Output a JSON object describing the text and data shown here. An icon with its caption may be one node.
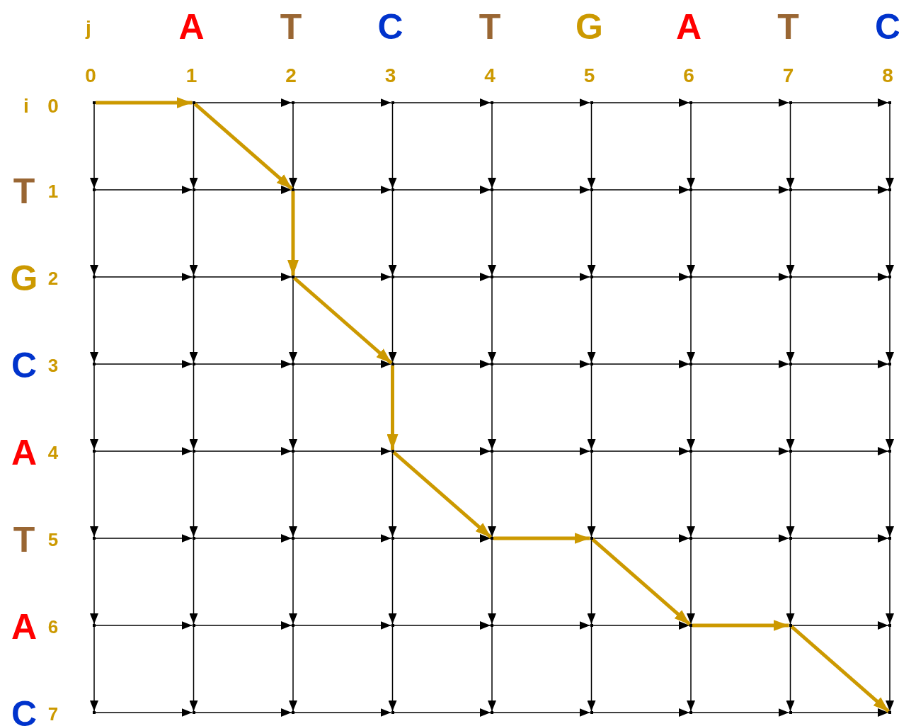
{
  "diagram": {
    "nodes": [
      {
        "text": [],
        "shape": "point"
      },
      {
        "text": [],
        "shape": "point"
      },
      {
        "text": [],
        "shape": "point"
      },
      {
        "text": [],
        "shape": "point"
      },
      {
        "text": [],
        "shape": "point"
      },
      {
        "text": [],
        "shape": "point"
      },
      {
        "text": [],
        "shape": "point"
      },
      {
        "text": [],
        "shape": "point"
      },
      {
        "text": [],
        "shape": "point"
      },
      {
        "text": [],
        "shape": "point"
      },
      {
        "text": [],
        "shape": "point"
      },
      {
        "text": [],
        "shape": "point"
      },
      {
        "text": [],
        "shape": "point"
      },
      {
        "text": [],
        "shape": "point"
      },
      {
        "text": [],
        "shape": "point"
      },
      {
        "text": [],
        "shape": "point"
      },
      {
        "text": [],
        "shape": "point"
      },
      {
        "text": [],
        "shape": "point"
      },
      {
        "text": [],
        "shape": "point"
      },
      {
        "text": [],
        "shape": "point"
      },
      {
        "text": [],
        "shape": "point"
      },
      {
        "text": [],
        "shape": "point"
      },
      {
        "text": [],
        "shape": "point"
      },
      {
        "text": [],
        "shape": "point"
      },
      {
        "text": [],
        "shape": "point"
      },
      {
        "text": [],
        "shape": "point"
      },
      {
        "text": [],
        "shape": "point"
      },
      {
        "text": [],
        "shape": "point"
      },
      {
        "text": [],
        "shape": "point"
      },
      {
        "text": [],
        "shape": "point"
      },
      {
        "text": [],
        "shape": "point"
      },
      {
        "text": [],
        "shape": "point"
      },
      {
        "text": [],
        "shape": "point"
      },
      {
        "text": [],
        "shape": "point"
      },
      {
        "text": [],
        "shape": "point"
      },
      {
        "text": [],
        "shape": "point"
      },
      {
        "text": [],
        "shape": "point"
      },
      {
        "text": [],
        "shape": "point"
      },
      {
        "text": [],
        "shape": "point"
      },
      {
        "text": [],
        "shape": "point"
      },
      {
        "text": [],
        "shape": "point"
      },
      {
        "text": [],
        "shape": "point"
      },
      {
        "text": [],
        "shape": "point"
      },
      {
        "text": [],
        "shape": "point"
      },
      {
        "text": [],
        "shape": "point"
      },
      {
        "text": [],
        "shape": "point"
      },
      {
        "text": [],
        "shape": "point"
      },
      {
        "text": [],
        "shape": "point"
      },
      {
        "text": [],
        "shape": "point"
      },
      {
        "text": [],
        "shape": "point"
      },
      {
        "text": [],
        "shape": "point"
      },
      {
        "text": [],
        "shape": "point"
      },
      {
        "text": [],
        "shape": "point"
      },
      {
        "text": [],
        "shape": "point"
      },
      {
        "text": [],
        "shape": "point"
      },
      {
        "text": [],
        "shape": "point"
      },
      {
        "text": [],
        "shape": "point"
      },
      {
        "text": [],
        "shape": "point"
      },
      {
        "text": [],
        "shape": "point"
      },
      {
        "text": [],
        "shape": "point"
      },
      {
        "text": [],
        "shape": "point"
      },
      {
        "text": [],
        "shape": "point"
      },
      {
        "text": [],
        "shape": "point"
      },
      {
        "text": [],
        "shape": "point"
      },
      {
        "text": [],
        "shape": "point"
      },
      {
        "text": [],
        "shape": "point"
      },
      {
        "text": [],
        "shape": "point"
      },
      {
        "text": [],
        "shape": "point"
      },
      {
        "text": [],
        "shape": "point"
      },
      {
        "text": [],
        "shape": "point"
      },
      {
        "text": [],
        "shape": "point"
      },
      {
        "text": [],
        "shape": "point"
      }
    ],
    "edges": [
      {
        "from": 0,
        "to": 1,
        "arrow": "to",
        "style": "thick",
        "color": "#cc9900"
      },
      {
        "from": 1,
        "to": 2,
        "arrow": "to"
      },
      {
        "from": 2,
        "to": 3,
        "arrow": "to"
      },
      {
        "from": 3,
        "to": 4,
        "arrow": "to"
      },
      {
        "from": 4,
        "to": 5,
        "arrow": "to"
      },
      {
        "from": 5,
        "to": 6,
        "arrow": "to"
      },
      {
        "from": 6,
        "to": 7,
        "arrow": "to"
      },
      {
        "from": 7,
        "to": 8,
        "arrow": "to"
      },
      {
        "from": 0,
        "to": 9,
        "arrow": "to"
      },
      {
        "from": 1,
        "to": 10,
        "arrow": "to"
      },
      {
        "from": 2,
        "to": 11,
        "arrow": "to"
      },
      {
        "from": 3,
        "to": 12,
        "arrow": "to"
      },
      {
        "from": 4,
        "to": 13,
        "arrow": "to"
      },
      {
        "from": 5,
        "to": 14,
        "arrow": "to"
      },
      {
        "from": 6,
        "to": 15,
        "arrow": "to"
      },
      {
        "from": 7,
        "to": 16,
        "arrow": "to"
      },
      {
        "from": 8,
        "to": 17,
        "arrow": "to"
      },
      {
        "from": 9,
        "to": 10,
        "arrow": "to"
      },
      {
        "from": 10,
        "to": 11,
        "arrow": "to"
      },
      {
        "from": 11,
        "to": 12,
        "arrow": "to"
      },
      {
        "from": 12,
        "to": 13,
        "arrow": "to"
      },
      {
        "from": 13,
        "to": 14,
        "arrow": "to"
      },
      {
        "from": 14,
        "to": 15,
        "arrow": "to"
      },
      {
        "from": 15,
        "to": 16,
        "arrow": "to"
      },
      {
        "from": 16,
        "to": 17,
        "arrow": "to"
      },
      {
        "from": 9,
        "to": 18,
        "arrow": "to"
      },
      {
        "from": 10,
        "to": 19,
        "arrow": "to"
      },
      {
        "from": 11,
        "to": 20,
        "arrow": "to",
        "style": "thick",
        "color": "#cc9900"
      },
      {
        "from": 12,
        "to": 21,
        "arrow": "to"
      },
      {
        "from": 13,
        "to": 22,
        "arrow": "to"
      },
      {
        "from": 14,
        "to": 23,
        "arrow": "to"
      },
      {
        "from": 15,
        "to": 24,
        "arrow": "to"
      },
      {
        "from": 16,
        "to": 25,
        "arrow": "to"
      },
      {
        "from": 17,
        "to": 26,
        "arrow": "to"
      },
      {
        "from": 18,
        "to": 19,
        "arrow": "to"
      },
      {
        "from": 19,
        "to": 20,
        "arrow": "to"
      },
      {
        "from": 20,
        "to": 21,
        "arrow": "to"
      },
      {
        "from": 21,
        "to": 22,
        "arrow": "to"
      },
      {
        "from": 22,
        "to": 23,
        "arrow": "to"
      },
      {
        "from": 23,
        "to": 24,
        "arrow": "to"
      },
      {
        "from": 24,
        "to": 25,
        "arrow": "to"
      },
      {
        "from": 25,
        "to": 26,
        "arrow": "to"
      },
      {
        "from": 18,
        "to": 27,
        "arrow": "to"
      },
      {
        "from": 19,
        "to": 28,
        "arrow": "to"
      },
      {
        "from": 20,
        "to": 29,
        "arrow": "to"
      },
      {
        "from": 21,
        "to": 30,
        "arrow": "to"
      },
      {
        "from": 22,
        "to": 31,
        "arrow": "to"
      },
      {
        "from": 23,
        "to": 32,
        "arrow": "to"
      },
      {
        "from": 24,
        "to": 33,
        "arrow": "to"
      },
      {
        "from": 25,
        "to": 34,
        "arrow": "to"
      },
      {
        "from": 26,
        "to": 35,
        "arrow": "to"
      },
      {
        "from": 27,
        "to": 28,
        "arrow": "to"
      },
      {
        "from": 28,
        "to": 29,
        "arrow": "to"
      },
      {
        "from": 29,
        "to": 30,
        "arrow": "to"
      },
      {
        "from": 30,
        "to": 31,
        "arrow": "to"
      },
      {
        "from": 31,
        "to": 32,
        "arrow": "to"
      },
      {
        "from": 32,
        "to": 33,
        "arrow": "to"
      },
      {
        "from": 33,
        "to": 34,
        "arrow": "to"
      },
      {
        "from": 34,
        "to": 35,
        "arrow": "to"
      },
      {
        "from": 27,
        "to": 36,
        "arrow": "to"
      },
      {
        "from": 28,
        "to": 37,
        "arrow": "to"
      },
      {
        "from": 29,
        "to": 38,
        "arrow": "to"
      },
      {
        "from": 30,
        "to": 39,
        "arrow": "to",
        "style": "thick",
        "color": "#cc9900"
      },
      {
        "from": 31,
        "to": 40,
        "arrow": "to"
      },
      {
        "from": 32,
        "to": 41,
        "arrow": "to"
      },
      {
        "from": 33,
        "to": 42,
        "arrow": "to"
      },
      {
        "from": 34,
        "to": 43,
        "arrow": "to"
      },
      {
        "from": 35,
        "to": 44,
        "arrow": "to"
      },
      {
        "from": 36,
        "to": 37,
        "arrow": "to"
      },
      {
        "from": 37,
        "to": 38,
        "arrow": "to"
      },
      {
        "from": 38,
        "to": 39,
        "arrow": "to"
      },
      {
        "from": 39,
        "to": 40,
        "arrow": "to"
      },
      {
        "from": 40,
        "to": 41,
        "arrow": "to"
      },
      {
        "from": 41,
        "to": 42,
        "arrow": "to"
      },
      {
        "from": 42,
        "to": 43,
        "arrow": "to"
      },
      {
        "from": 43,
        "to": 44,
        "arrow": "to"
      },
      {
        "from": 36,
        "to": 45,
        "arrow": "to"
      },
      {
        "from": 37,
        "to": 46,
        "arrow": "to"
      },
      {
        "from": 38,
        "to": 47,
        "arrow": "to"
      },
      {
        "from": 39,
        "to": 48,
        "arrow": "to"
      },
      {
        "from": 40,
        "to": 49,
        "arrow": "to"
      },
      {
        "from": 41,
        "to": 50,
        "arrow": "to"
      },
      {
        "from": 42,
        "to": 51,
        "arrow": "to"
      },
      {
        "from": 43,
        "to": 52,
        "arrow": "to"
      },
      {
        "from": 44,
        "to": 53,
        "arrow": "to"
      },
      {
        "from": 45,
        "to": 46,
        "arrow": "to"
      },
      {
        "from": 46,
        "to": 47,
        "arrow": "to"
      },
      {
        "from": 47,
        "to": 48,
        "arrow": "to"
      },
      {
        "from": 48,
        "to": 49,
        "arrow": "to"
      },
      {
        "from": 49,
        "to": 50,
        "arrow": "to",
        "style": "thick",
        "color": "#cc9900"
      },
      {
        "from": 50,
        "to": 51,
        "arrow": "to"
      },
      {
        "from": 51,
        "to": 52,
        "arrow": "to"
      },
      {
        "from": 52,
        "to": 53,
        "arrow": "to"
      },
      {
        "from": 45,
        "to": 54,
        "arrow": "to"
      },
      {
        "from": 46,
        "to": 55,
        "arrow": "to"
      },
      {
        "from": 47,
        "to": 56,
        "arrow": "to"
      },
      {
        "from": 48,
        "to": 57,
        "arrow": "to"
      },
      {
        "from": 49,
        "to": 58,
        "arrow": "to"
      },
      {
        "from": 50,
        "to": 59,
        "arrow": "to"
      },
      {
        "from": 51,
        "to": 60,
        "arrow": "to"
      },
      {
        "from": 52,
        "to": 61,
        "arrow": "to"
      },
      {
        "from": 53,
        "to": 62,
        "arrow": "to"
      },
      {
        "from": 54,
        "to": 55,
        "arrow": "to"
      },
      {
        "from": 55,
        "to": 56,
        "arrow": "to"
      },
      {
        "from": 56,
        "to": 57,
        "arrow": "to"
      },
      {
        "from": 57,
        "to": 58,
        "arrow": "to"
      },
      {
        "from": 58,
        "to": 59,
        "arrow": "to"
      },
      {
        "from": 59,
        "to": 60,
        "arrow": "to"
      },
      {
        "from": 60,
        "to": 61,
        "arrow": "to",
        "style": "thick",
        "color": "#cc9900"
      },
      {
        "from": 61,
        "to": 62,
        "arrow": "to"
      },
      {
        "from": 54,
        "to": 63,
        "arrow": "to"
      },
      {
        "from": 55,
        "to": 64,
        "arrow": "to"
      },
      {
        "from": 56,
        "to": 65,
        "arrow": "to"
      },
      {
        "from": 57,
        "to": 66,
        "arrow": "to"
      },
      {
        "from": 58,
        "to": 67,
        "arrow": "to"
      },
      {
        "from": 59,
        "to": 68,
        "arrow": "to"
      },
      {
        "from": 60,
        "to": 69,
        "arrow": "to"
      },
      {
        "from": 61,
        "to": 70,
        "arrow": "to"
      },
      {
        "from": 62,
        "to": 71,
        "arrow": "to"
      },
      {
        "from": 63,
        "to": 64,
        "arrow": "to"
      },
      {
        "from": 64,
        "to": 65,
        "arrow": "to"
      },
      {
        "from": 65,
        "to": 66,
        "arrow": "to"
      },
      {
        "from": 66,
        "to": 67,
        "arrow": "to"
      },
      {
        "from": 67,
        "to": 68,
        "arrow": "to"
      },
      {
        "from": 68,
        "to": 69,
        "arrow": "to"
      },
      {
        "from": 69,
        "to": 70,
        "arrow": "to"
      },
      {
        "from": 70,
        "to": 71,
        "arrow": "to"
      },
      {
        "from": 1,
        "to": 11,
        "arrow": "to",
        "style": "thick",
        "color": "#cc9900"
      },
      {
        "from": 20,
        "to": 30,
        "arrow": "to",
        "style": "thick",
        "color": "#cc9900"
      },
      {
        "from": 39,
        "to": 49,
        "arrow": "to",
        "style": "thick",
        "color": "#cc9900"
      },
      {
        "from": 50,
        "to": 60,
        "arrow": "to",
        "style": "thick",
        "color": "#cc9900"
      },
      {
        "from": 61,
        "to": 71,
        "arrow": "to",
        "style": "thick",
        "color": "#cc9900"
      }
    ],
    "labels": [
      "j",
      "A",
      "T",
      "C",
      "T",
      "G",
      "A",
      "T",
      "C",
      "0",
      "1",
      "2",
      "3",
      "4",
      "5",
      "6",
      "7",
      "8",
      "i",
      "0",
      "T",
      "1",
      "G",
      "2",
      "C",
      "3",
      "A",
      "4",
      "T",
      "5",
      "A",
      "6",
      "C",
      "7"
    ]
  }
}
